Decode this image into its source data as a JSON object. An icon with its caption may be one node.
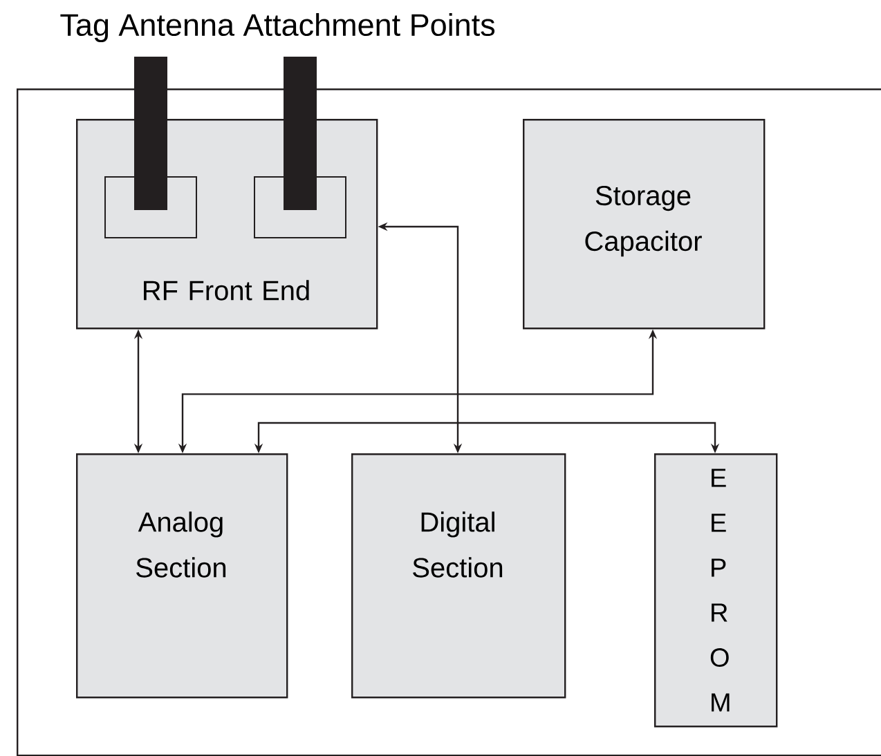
{
  "diagram": {
    "nodes": [
      {
        "text": [],
        "shape": "box"
      },
      {
        "text": [
          "RF Front End"
        ],
        "in": 0
      },
      {
        "text": [
          "Storage Capacitor"
        ],
        "in": 0
      },
      {
        "text": [
          "Analog Section"
        ],
        "in": 0
      },
      {
        "text": [
          "Digital Section"
        ],
        "in": 0
      },
      {
        "text": [
          "E E P R O M"
        ],
        "in": 0
      }
    ],
    "edges": [
      {
        "from": 1,
        "to": 3,
        "arrow": "both"
      },
      {
        "from": 4,
        "to": 1,
        "arrow": "both"
      },
      {
        "from": 2,
        "to": 3,
        "arrow": "both"
      },
      {
        "from": 3,
        "to": 5,
        "arrow": "both"
      }
    ],
    "labels": [
      "Tag Antenna Attachment Points"
    ]
  }
}
